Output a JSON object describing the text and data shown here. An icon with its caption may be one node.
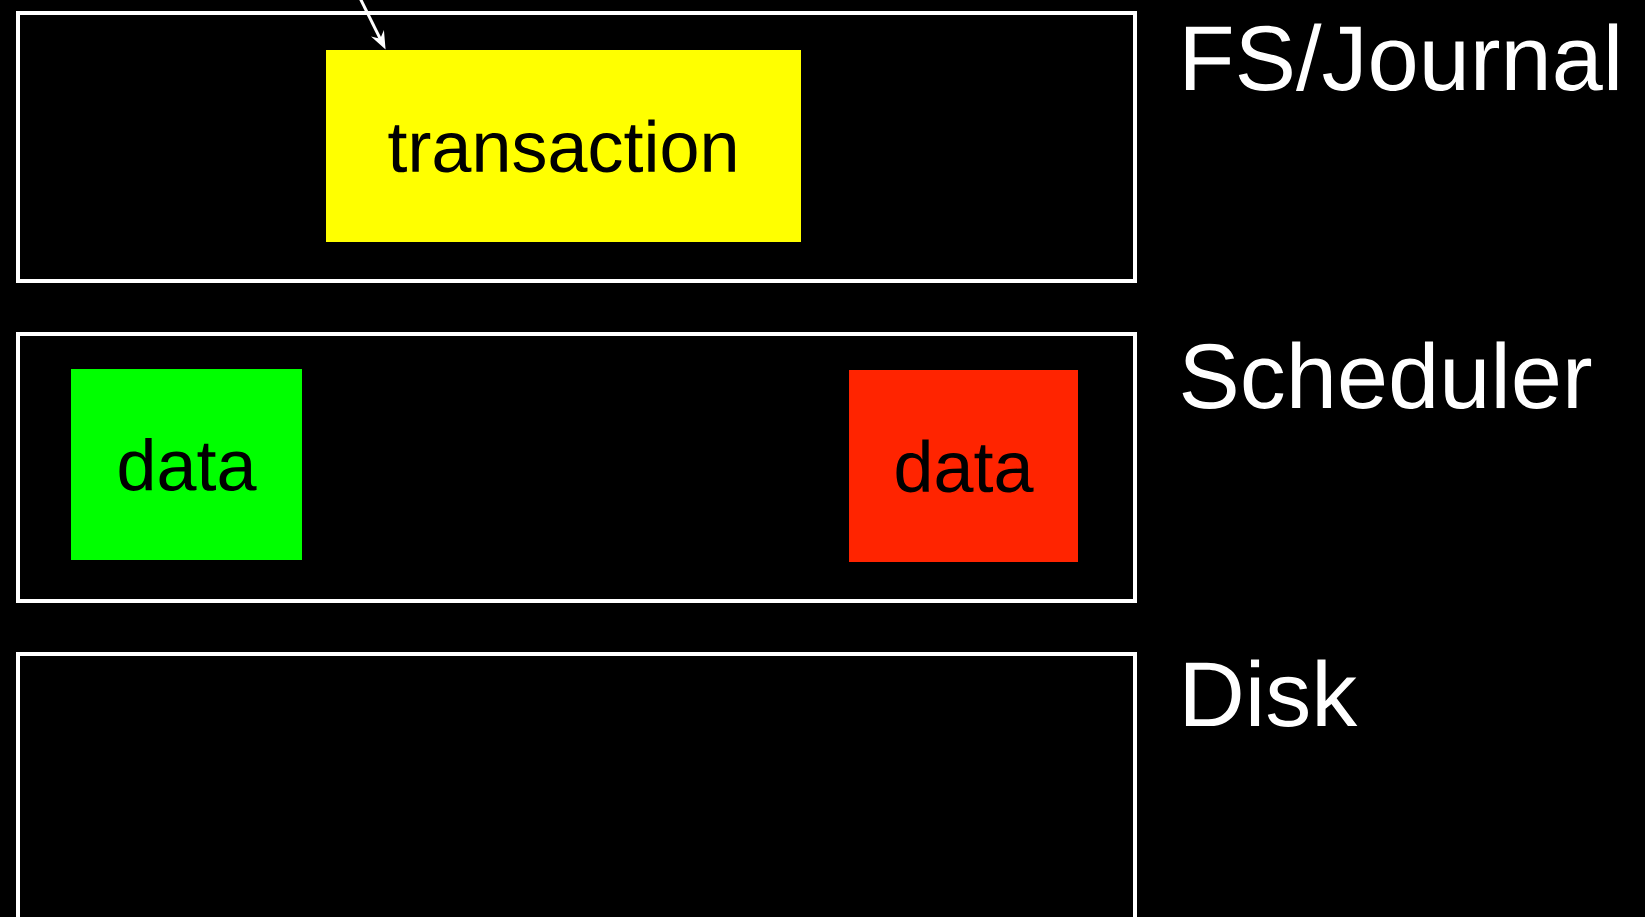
{
  "diagram": {
    "nodes": [
      {
        "text": [
          "FS/Journal"
        ]
      },
      {
        "text": [
          "transaction"
        ],
        "in": 0
      },
      {
        "text": [
          "Scheduler"
        ]
      },
      {
        "text": [
          "data"
        ],
        "in": 2
      },
      {
        "text": [
          "data"
        ],
        "in": 2
      },
      {
        "text": [
          "Disk"
        ]
      }
    ],
    "edges": [
      {
        "from": null,
        "to": 1,
        "arrow": "to"
      }
    ]
  }
}
